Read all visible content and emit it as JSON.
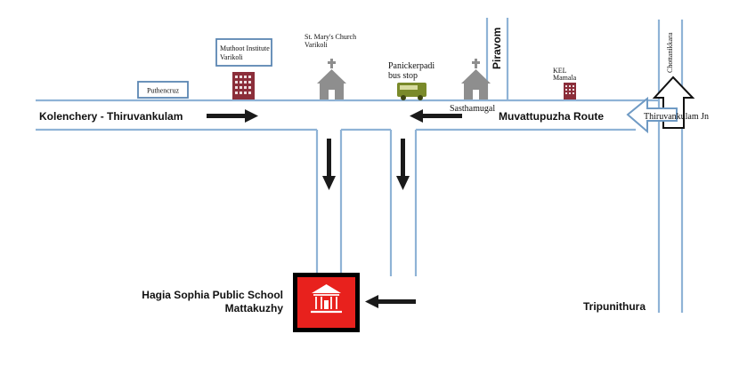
{
  "roads": {
    "west_label": "Kolenchery - Thiruvankulam",
    "east_label": "Muvattupuzha Route",
    "piravom": "Piravom",
    "chottanikkara": "Chottanikkara",
    "thiruvankulam_jn": "Thiruvankulam Jn",
    "tripunithura": "Tripunithura"
  },
  "places": {
    "puthencruz": "Puthencruz",
    "muthoot_line1": "Muthoot Institute",
    "muthoot_line2": "Varikoli",
    "church_line1": "St. Mary's Church",
    "church_line2": "Varikoli",
    "bus_stop_line1": "Panickerpadi",
    "bus_stop_line2": "bus stop",
    "sasthamugal": "Sasthamugal",
    "kel_line1": "KEL",
    "kel_line2": "Mamala"
  },
  "destination": {
    "line1": "Hagia Sophia Public School",
    "line2": "Mattakuzhy"
  },
  "colors": {
    "road": "#8fb3d6",
    "arrow": "#1a1a1a",
    "building": "#8b2e3a",
    "church": "#8e8e8e",
    "bus": "#7a8a2a",
    "school_bg": "#e8211d",
    "school_border": "#000000"
  }
}
